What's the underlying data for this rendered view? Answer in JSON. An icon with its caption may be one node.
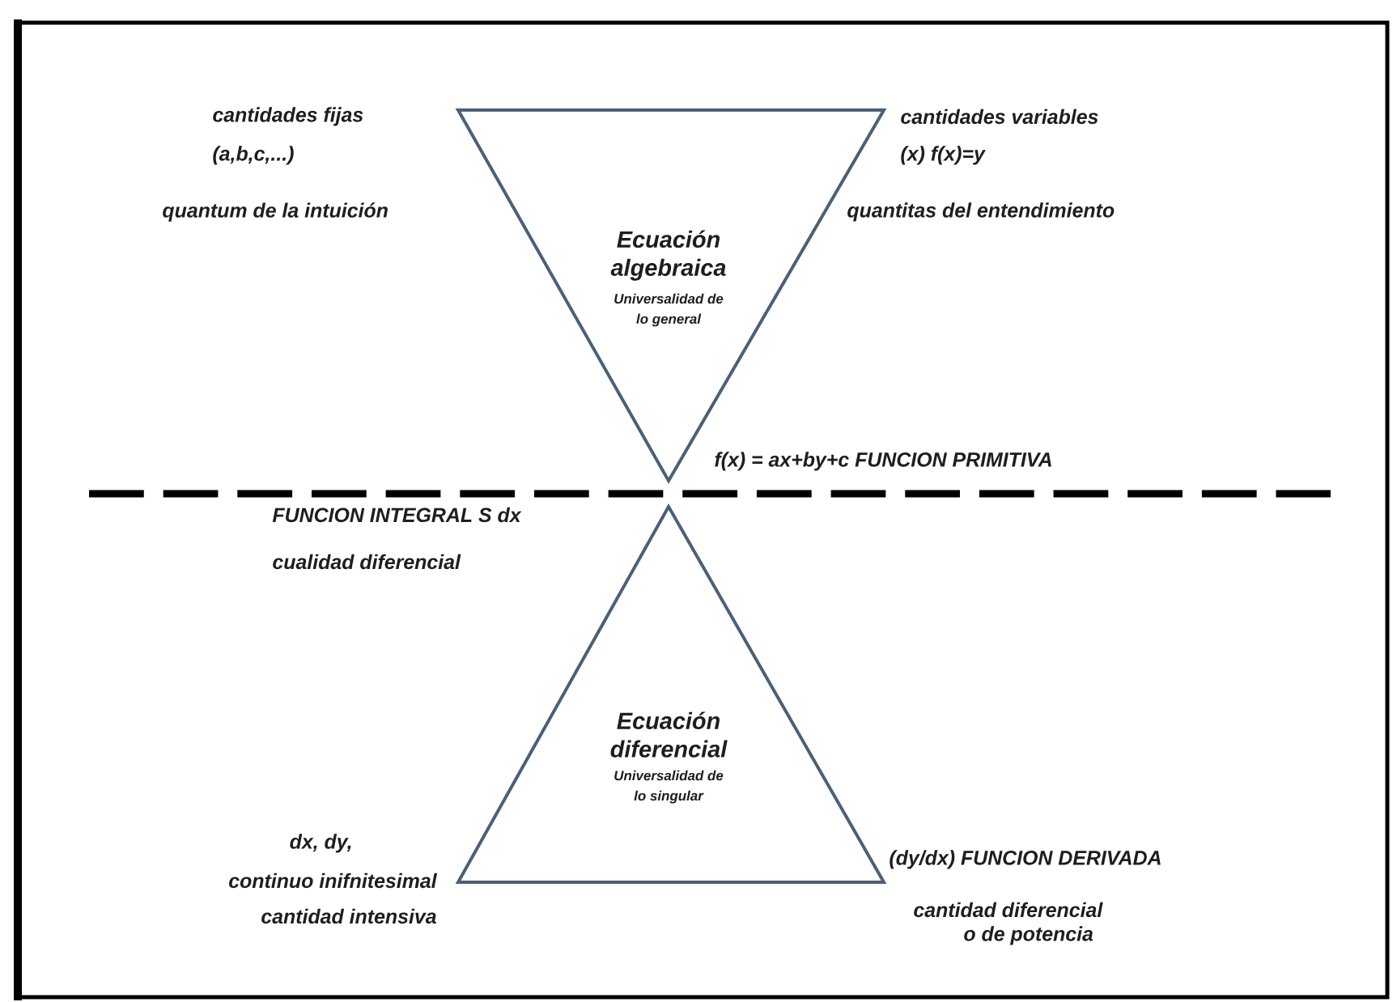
{
  "diagram": {
    "nodes": [
      {
        "text": [
          "Ecuación algebraica",
          "Universalidad de lo general"
        ]
      },
      {
        "text": [
          "Ecuación diferencial",
          "Universalidad de lo singular"
        ]
      }
    ],
    "labels": [
      "cantidades fijas",
      "(a,b,c,...)",
      "quantum de la intuición",
      "cantidades variables",
      "(x) f(x)=y",
      "quantitas del entendimiento",
      "f(x) = ax+by+c FUNCION PRIMITIVA",
      "FUNCION INTEGRAL S dx",
      "cualidad diferencial",
      "dx, dy,",
      "continuo inifnitesimal",
      "cantidad intensiva",
      "(dy/dx) FUNCION DERIVADA",
      "cantidad diferencial",
      "o de potencia"
    ]
  }
}
